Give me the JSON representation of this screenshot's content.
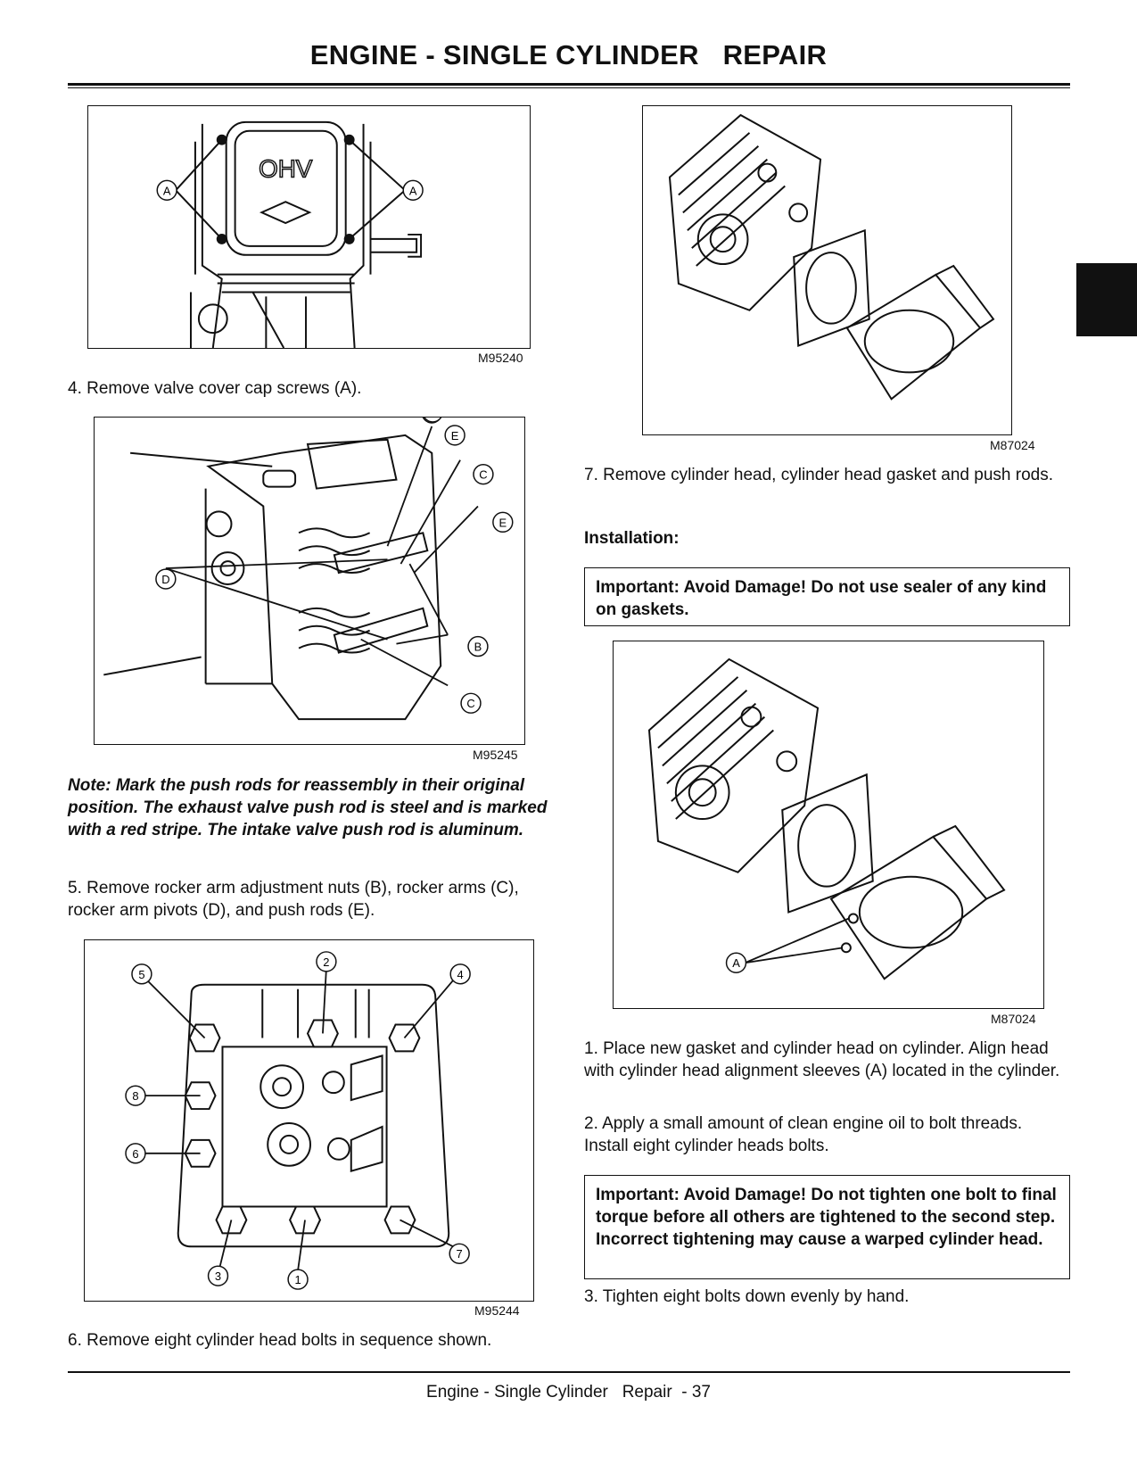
{
  "header": {
    "title": "ENGINE - SINGLE CYLINDER   REPAIR"
  },
  "figures": {
    "m95240": {
      "code": "M95240",
      "callouts": [
        "A",
        "A"
      ],
      "label": "OHV"
    },
    "m95245": {
      "code": "M95245",
      "callouts": [
        "E",
        "C",
        "E",
        "D",
        "B",
        "C"
      ]
    },
    "m95244": {
      "code": "M95244",
      "callouts": [
        "5",
        "2",
        "4",
        "8",
        "6",
        "3",
        "1",
        "7"
      ]
    },
    "m87024_top": {
      "code": "M87024"
    },
    "m87024_bottom": {
      "code": "M87024",
      "callouts": [
        "A"
      ]
    }
  },
  "left_column": {
    "step4": "4.  Remove valve cover cap screws (A).",
    "note": "Note: Mark the push rods for reassembly in their original position. The exhaust valve push rod is steel and is marked with a red stripe. The intake valve push rod is aluminum.",
    "step5": "5.  Remove rocker arm adjustment nuts (B), rocker arms (C), rocker arm pivots (D), and push rods (E).",
    "step6": "6.  Remove eight cylinder head bolts in sequence shown."
  },
  "right_column": {
    "step7": "7.  Remove cylinder head, cylinder head gasket and push rods.",
    "installation_heading": "Installation:",
    "important1": "Important: Avoid Damage! Do not use sealer of any kind on gaskets.",
    "step1": "1.  Place new gasket and cylinder head on cylinder. Align head with cylinder head alignment sleeves (A) located in the cylinder.",
    "step2": "2.  Apply a small amount of clean engine oil to bolt threads. Install eight cylinder heads bolts.",
    "important2": "Important: Avoid Damage! Do not tighten one bolt to final torque before all others are tightened to the second step. Incorrect tightening may cause a warped cylinder head.",
    "step3": "3.  Tighten eight bolts down evenly by hand."
  },
  "footer": {
    "text": "Engine - Single Cylinder   Repair  - 37"
  }
}
